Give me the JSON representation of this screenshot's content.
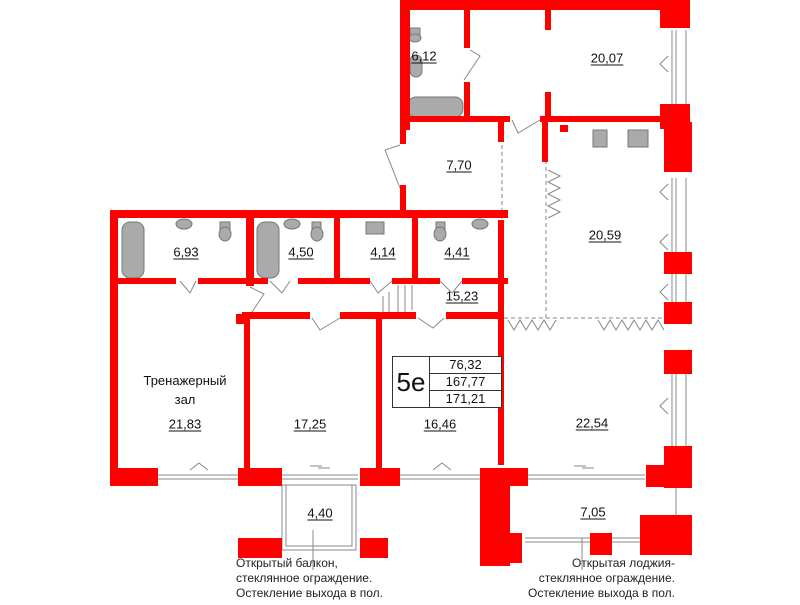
{
  "plan": {
    "wall_color": "#ff0000",
    "fixture_color": "#aaaaaa",
    "apartment": {
      "type": "5е",
      "living_area": "76,32",
      "total_area": "167,77",
      "total_area_with_balconies": "171,21"
    },
    "rooms": [
      {
        "id": "bath-top",
        "area": "6,12"
      },
      {
        "id": "bedroom-top",
        "area": "20,07"
      },
      {
        "id": "wardrobe",
        "area": "7,70"
      },
      {
        "id": "kitchen",
        "area": "20,59"
      },
      {
        "id": "bath-1",
        "area": "6,93"
      },
      {
        "id": "bath-2",
        "area": "4,50"
      },
      {
        "id": "laundry",
        "area": "4,14"
      },
      {
        "id": "wc",
        "area": "4,41"
      },
      {
        "id": "hall",
        "area": "15,23"
      },
      {
        "id": "gym",
        "name": "Тренажерный зал",
        "area": "21,83"
      },
      {
        "id": "bedroom-1",
        "area": "17,25"
      },
      {
        "id": "bedroom-2",
        "area": "16,46"
      },
      {
        "id": "living",
        "area": "22,54"
      },
      {
        "id": "balcony",
        "area": "4,40"
      },
      {
        "id": "loggia",
        "area": "7,05"
      }
    ],
    "gym_name_line1": "Тренажерный",
    "gym_name_line2": "зал",
    "notes": {
      "balcony": [
        "Открытый балкон,",
        "стеклянное ограждение.",
        "Остекление выхода в пол."
      ],
      "loggia": [
        "Открытая лоджия-",
        "стеклянное ограждение.",
        "Остекление выхода в пол."
      ]
    }
  }
}
